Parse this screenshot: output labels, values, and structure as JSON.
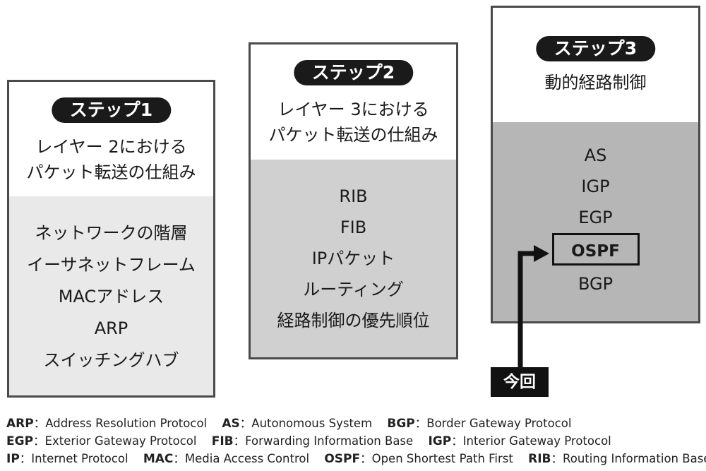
{
  "steps": [
    {
      "badge": "ステップ1",
      "title_lines": [
        "レイヤー 2における",
        "パケット転送の仕組み"
      ],
      "items": [
        "ネットワークの階層",
        "イーサネットフレーム",
        "MACアドレス",
        "ARP",
        "スイッチングハブ"
      ]
    },
    {
      "badge": "ステップ2",
      "title_lines": [
        "レイヤー 3における",
        "パケット転送の仕組み"
      ],
      "items": [
        "RIB",
        "FIB",
        "IPパケット",
        "ルーティング",
        "経路制御の優先順位"
      ]
    },
    {
      "badge": "ステップ3",
      "title_lines": [
        "動的経路制御"
      ],
      "items": [
        "AS",
        "IGP",
        "EGP",
        "OSPF",
        "BGP"
      ],
      "highlight_index": 3
    }
  ],
  "now_label": "今回",
  "legend": {
    "rows": [
      [
        {
          "abbr": "ARP",
          "full": "Address Resolution Protocol"
        },
        {
          "abbr": "AS",
          "full": "Autonomous System"
        },
        {
          "abbr": "BGP",
          "full": "Border Gateway Protocol"
        }
      ],
      [
        {
          "abbr": "EGP",
          "full": "Exterior Gateway Protocol"
        },
        {
          "abbr": "FIB",
          "full": "Forwarding Information Base"
        },
        {
          "abbr": "IGP",
          "full": "Interior Gateway Protocol"
        }
      ],
      [
        {
          "abbr": "IP",
          "full": "Internet Protocol"
        },
        {
          "abbr": "MAC",
          "full": "Media Access Control"
        },
        {
          "abbr": "OSPF",
          "full": "Open Shortest Path First"
        },
        {
          "abbr": "RIB",
          "full": "Routing Information Base"
        }
      ]
    ],
    "separator": "："
  },
  "colors": {
    "step1_body": "#e9e9e9",
    "step2_body": "#d0d0d0",
    "step3_body": "#b6b6b6",
    "badge": "#1a1a1a",
    "border": "#4a4a4a"
  }
}
